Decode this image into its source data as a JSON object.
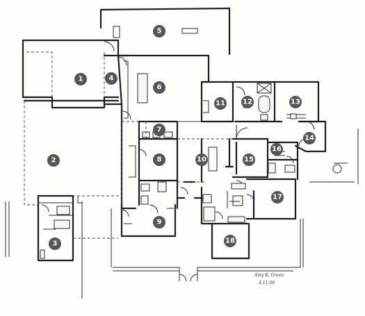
{
  "plan": {
    "rooms": [
      {
        "id": "room-1",
        "number": "1"
      },
      {
        "id": "room-2",
        "number": "2"
      },
      {
        "id": "room-3",
        "number": "3"
      },
      {
        "id": "room-4",
        "number": "4"
      },
      {
        "id": "room-5",
        "number": "5"
      },
      {
        "id": "room-6",
        "number": "6"
      },
      {
        "id": "room-7",
        "number": "7"
      },
      {
        "id": "room-8",
        "number": "8"
      },
      {
        "id": "room-9",
        "number": "9"
      },
      {
        "id": "room-10",
        "number": "10"
      },
      {
        "id": "room-11",
        "number": "11"
      },
      {
        "id": "room-12",
        "number": "12"
      },
      {
        "id": "room-13",
        "number": "13"
      },
      {
        "id": "room-14",
        "number": "14"
      },
      {
        "id": "room-15",
        "number": "15"
      },
      {
        "id": "room-16",
        "number": "16"
      },
      {
        "id": "room-17",
        "number": "17"
      },
      {
        "id": "room-18",
        "number": "18"
      }
    ],
    "signature": "Amy K. Green",
    "date": "4.11.09",
    "colors": {
      "badge": "#555555",
      "badge_text": "#ffffff",
      "line": "#1c1c1c",
      "paper": "#fdfdfb"
    }
  }
}
